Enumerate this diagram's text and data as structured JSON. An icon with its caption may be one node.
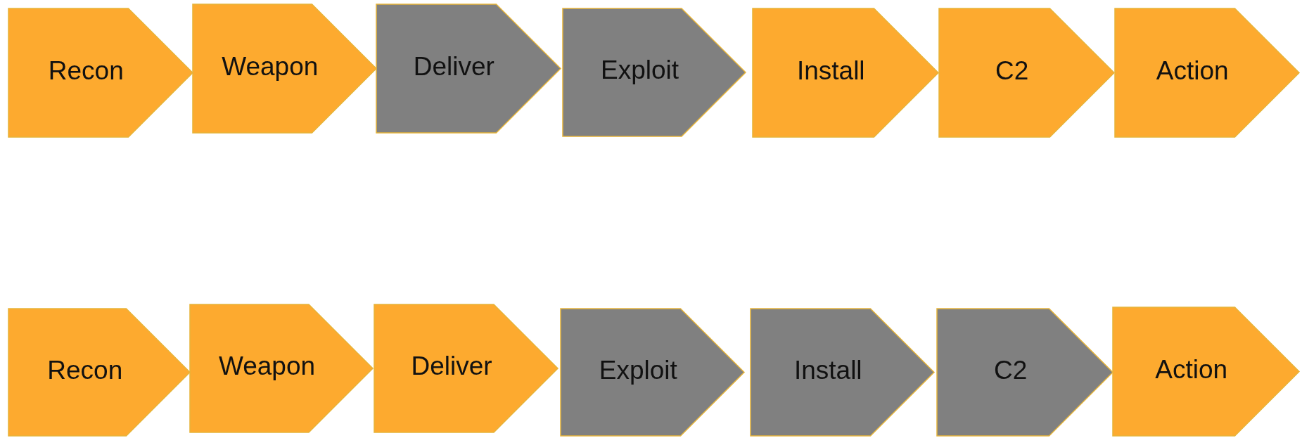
{
  "diagram": {
    "nodes": [
      {
        "text": [
          "Recon"
        ]
      },
      {
        "text": [
          "Weapon"
        ]
      },
      {
        "text": [
          "Deliver"
        ]
      },
      {
        "text": [
          "Exploit"
        ]
      },
      {
        "text": [
          "Install"
        ]
      },
      {
        "text": [
          "C2"
        ]
      },
      {
        "text": [
          "Action"
        ]
      },
      {
        "text": [
          "Recon"
        ]
      },
      {
        "text": [
          "Weapon"
        ]
      },
      {
        "text": [
          "Deliver"
        ]
      },
      {
        "text": [
          "Exploit"
        ]
      },
      {
        "text": [
          "Install"
        ]
      },
      {
        "text": [
          "C2"
        ]
      },
      {
        "text": [
          "Action"
        ]
      }
    ]
  }
}
